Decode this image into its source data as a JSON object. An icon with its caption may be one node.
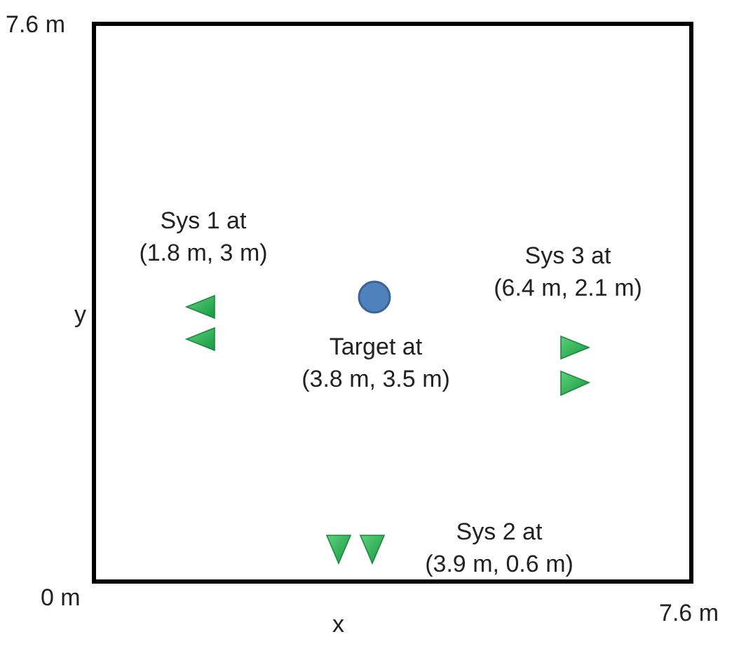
{
  "diagram": {
    "labels": [
      "7.6 m",
      "Sys 1 at (1.8 m, 3 m)",
      "y",
      "Sys 3 at (6.4 m, 2.1 m)",
      "Target at (3.8 m, 3.5 m)",
      "Sys 2 at (3.9 m, 0.6 m)",
      "0 m",
      "x",
      "7.6 m"
    ]
  }
}
